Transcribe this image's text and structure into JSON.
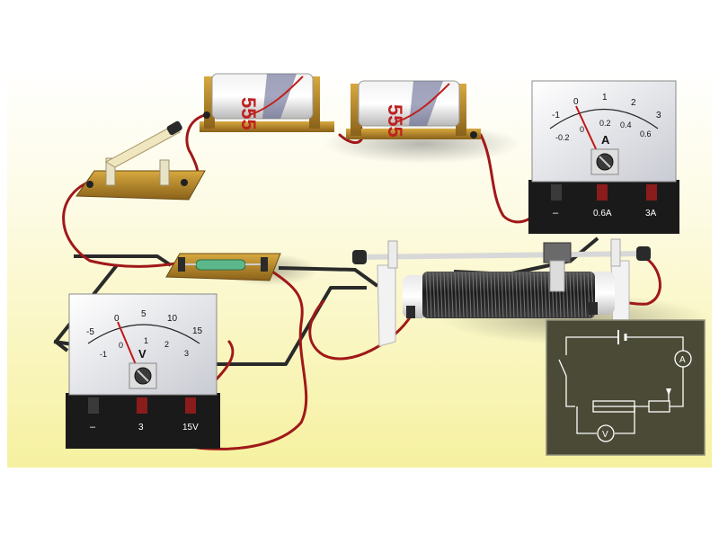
{
  "battery": {
    "label": "555",
    "count": 2
  },
  "ammeter": {
    "unit": "A",
    "outer_scale": [
      "-1",
      "0",
      "1",
      "2",
      "3"
    ],
    "inner_scale": [
      "-0.2",
      "0",
      "0.2",
      "0.4",
      "0.6"
    ],
    "terminals": [
      "–",
      "0.6A",
      "3A"
    ]
  },
  "voltmeter": {
    "unit": "V",
    "outer_scale": [
      "-5",
      "0",
      "5",
      "10",
      "15"
    ],
    "inner_scale": [
      "-1",
      "0",
      "1",
      "2",
      "3"
    ],
    "terminals": [
      "–",
      "3",
      "15V"
    ]
  },
  "schematic": {
    "ammeter_symbol": "A",
    "voltmeter_symbol": "V"
  },
  "colors": {
    "background_top": "#ffffff",
    "background_bottom": "#f7f3a8",
    "wire_red": "#a01818",
    "wire_black": "#2a2a2a",
    "wood": "#b8892c",
    "schematic_panel": "#4a4a36"
  }
}
